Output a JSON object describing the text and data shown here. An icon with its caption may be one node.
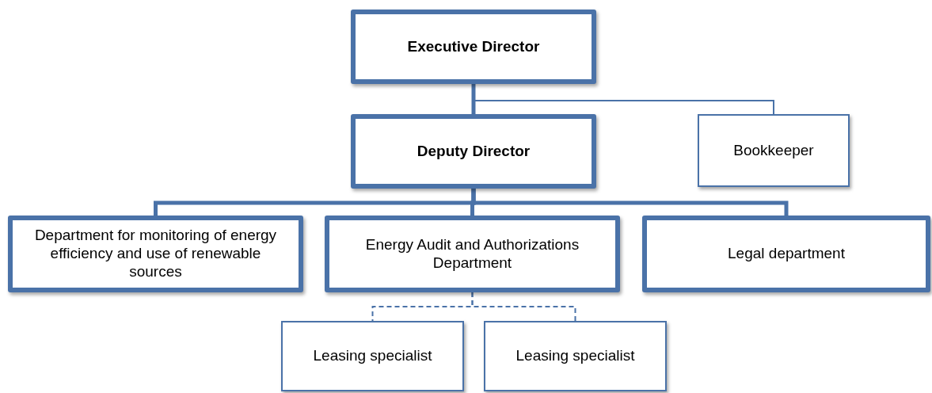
{
  "diagram": {
    "nodes": [
      {
        "text": [
          "Executive Director"
        ]
      },
      {
        "text": [
          "Deputy Director"
        ]
      },
      {
        "text": [
          "Bookkeeper"
        ]
      },
      {
        "text": [
          "Department for monitoring of energy efficiency and use of renewable sources"
        ]
      },
      {
        "text": [
          "Energy Audit and Authorizations Department"
        ]
      },
      {
        "text": [
          "Legal department"
        ]
      },
      {
        "text": [
          "Leasing specialist"
        ]
      },
      {
        "text": [
          "Leasing specialist"
        ]
      }
    ],
    "edges": [
      {
        "from": 0,
        "to": 1,
        "arrow": "none"
      },
      {
        "from": 0,
        "to": 2,
        "arrow": "none"
      },
      {
        "from": 1,
        "to": 3,
        "arrow": "none"
      },
      {
        "from": 1,
        "to": 4,
        "arrow": "none"
      },
      {
        "from": 1,
        "to": 5,
        "arrow": "none"
      },
      {
        "from": 4,
        "to": 6,
        "arrow": "none",
        "style": "dashed"
      },
      {
        "from": 4,
        "to": 7,
        "arrow": "none",
        "style": "dashed"
      }
    ]
  }
}
